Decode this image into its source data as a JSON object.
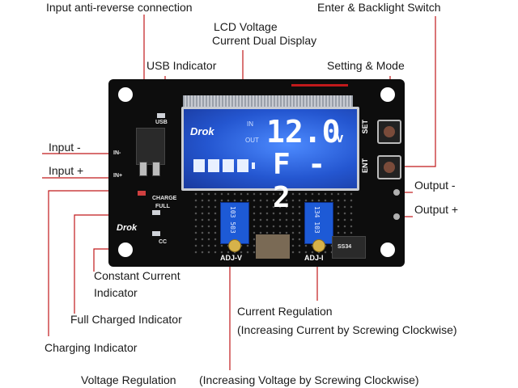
{
  "labels": {
    "input_anti_reverse": "Input anti-reverse connection",
    "enter_backlight": "Enter & Backlight Switch",
    "lcd_display_line1": "LCD Voltage",
    "lcd_display_line2": "Current Dual Display",
    "usb_indicator": "USB Indicator",
    "setting_mode": "Setting & Mode",
    "input_minus": "Input -",
    "input_plus": "Input +",
    "output_minus": "Output -",
    "output_plus": "Output +",
    "constant_current_line1": "Constant Current",
    "constant_current_line2": "Indicator",
    "full_charged": "Full Charged Indicator",
    "charging": "Charging Indicator",
    "current_regulation_line1": "Current Regulation",
    "current_regulation_line2": "(Increasing Current by Screwing Clockwise)",
    "voltage_regulation": "Voltage Regulation",
    "voltage_regulation_note": "(Increasing Voltage by Screwing Clockwise)"
  },
  "board": {
    "brand": "Drok",
    "lcd_in": "IN",
    "lcd_out": "OUT",
    "lcd_value": "12.0",
    "lcd_unit": "v",
    "lcd_mode": "F - 2",
    "btn_set": "SET",
    "btn_ent": "ENT",
    "silk_usb": "USB",
    "silk_charge": "CHARGE",
    "silk_full": "FULL",
    "silk_cc": "CC",
    "silk_in_minus": "IN-",
    "silk_in_plus": "IN+",
    "silk_adj_v": "ADJ-V",
    "silk_adj_i": "ADJ-I",
    "pot_v_code": "103 503",
    "pot_i_code": "134 103",
    "chip_code": "SS34"
  },
  "colors": {
    "leader_line": "#c0191b",
    "board": "#0d0d0d",
    "lcd_backlight": "#2456d0",
    "potentiometer": "#1d5ad6"
  }
}
